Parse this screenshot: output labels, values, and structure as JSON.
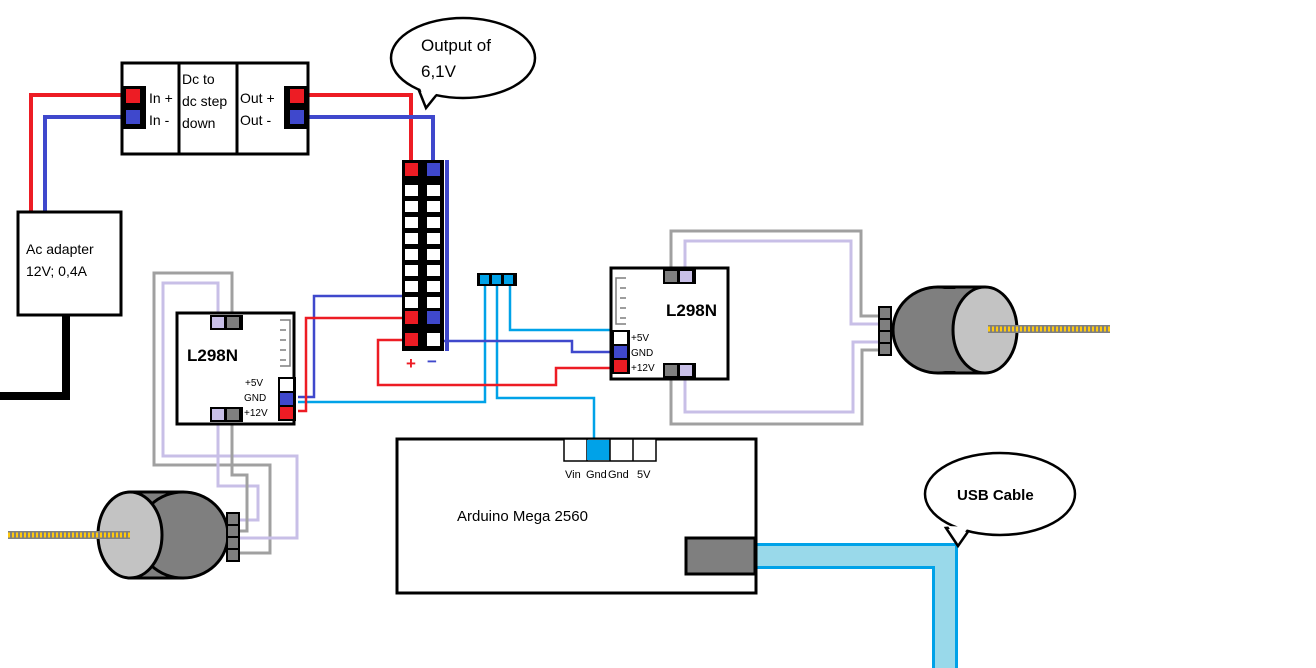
{
  "colors": {
    "red_wire": "#ed1c24",
    "blue_wire": "#3f48cc",
    "cyan_wire": "#00a2e8",
    "gray_wire": "#a0a0a0",
    "lavender_wire": "#c8bfe7",
    "usb_cable": "#99d9ea",
    "motor_body": "#7f7f7f",
    "motor_face": "#c3c3c3",
    "shaft": "#ffc90e"
  },
  "ac_adapter": {
    "line1": "Ac adapter",
    "line2": "12V; 0,4A"
  },
  "converter": {
    "in_plus": "In +",
    "in_minus": "In -",
    "title_line1": "Dc to",
    "title_line2": "dc step",
    "title_line3": "down",
    "out_plus": "Out +",
    "out_minus": "Out -"
  },
  "callout_output": {
    "line1": "Output of",
    "line2": "6,1V"
  },
  "breadboard": {
    "plus": "+",
    "minus": "−"
  },
  "driver_left": {
    "title": "L298N",
    "pin_5v": "+5V",
    "pin_gnd": "GND",
    "pin_12v": "+12V"
  },
  "driver_right": {
    "title": "L298N",
    "pin_5v": "+5V",
    "pin_gnd": "GND",
    "pin_12v": "+12V"
  },
  "arduino": {
    "title": "Arduino Mega 2560",
    "pin_vin": "Vin",
    "pin_gnd1": "Gnd",
    "pin_gnd2": "Gnd",
    "pin_5v": "5V"
  },
  "callout_usb": {
    "label": "USB Cable"
  }
}
